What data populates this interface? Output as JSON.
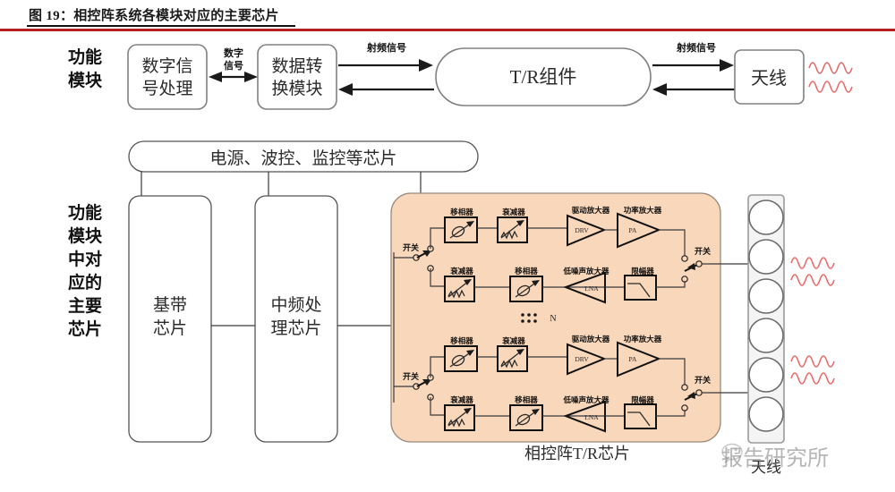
{
  "figure": {
    "title": "图 19：相控阵系统各模块对应的主要芯片",
    "accent_color": "#b51f23",
    "tr_fill_color": "#f8d7bb",
    "wave_color": "#ea6a6a"
  },
  "row1": {
    "row_label": "功能\n模块",
    "row_label_lines": [
      "功能",
      "模块"
    ],
    "blocks": [
      {
        "id": "dsp",
        "label_lines": [
          "数字信",
          "号处理"
        ]
      },
      {
        "id": "dac",
        "label_lines": [
          "数据转",
          "换模块"
        ]
      },
      {
        "id": "tr_module",
        "label_lines": [
          "T/R组件"
        ]
      },
      {
        "id": "antenna",
        "label_lines": [
          "天线"
        ]
      }
    ],
    "arrow_labels": [
      {
        "id": "digital-signal",
        "lines": [
          "数字",
          "信号"
        ]
      },
      {
        "id": "rf-signal-left",
        "lines": [
          "射频信号"
        ]
      },
      {
        "id": "rf-signal-right",
        "lines": [
          "射频信号"
        ]
      }
    ]
  },
  "row2": {
    "row_label_lines": [
      "功能",
      "模块",
      "中对",
      "应的",
      "主要",
      "芯片"
    ],
    "top_bar_label": "电源、波控、监控等芯片",
    "chips": [
      {
        "id": "baseband",
        "label_lines": [
          "基带",
          "芯片"
        ]
      },
      {
        "id": "if-processing",
        "label_lines": [
          "中频处",
          "理芯片"
        ]
      }
    ],
    "tr_chip_caption": "相控阵T/R芯片",
    "antenna_caption": "天线",
    "array_count_label": "N",
    "antenna_element_count": 6
  },
  "tr_chain": {
    "switch_label": "开关",
    "tx_path": [
      {
        "id": "phase-shifter",
        "label": "移相器",
        "symbol": "phase-shifter-icon"
      },
      {
        "id": "attenuator",
        "label": "衰减器",
        "symbol": "attenuator-icon"
      },
      {
        "id": "driver-amplifier",
        "label": "驱动放大器",
        "symbol": "DRV"
      },
      {
        "id": "power-amplifier",
        "label": "功率放大器",
        "symbol": "PA"
      }
    ],
    "rx_path": [
      {
        "id": "attenuator",
        "label": "衰减器",
        "symbol": "attenuator-icon"
      },
      {
        "id": "phase-shifter",
        "label": "移相器",
        "symbol": "phase-shifter-icon"
      },
      {
        "id": "low-noise-amplifier",
        "label": "低噪声放大器",
        "symbol": "LNA"
      },
      {
        "id": "limiter",
        "label": "限幅器",
        "symbol": "limiter-icon"
      }
    ]
  },
  "watermark": {
    "text": "报告研究所",
    "icon": "wechat-icon"
  }
}
